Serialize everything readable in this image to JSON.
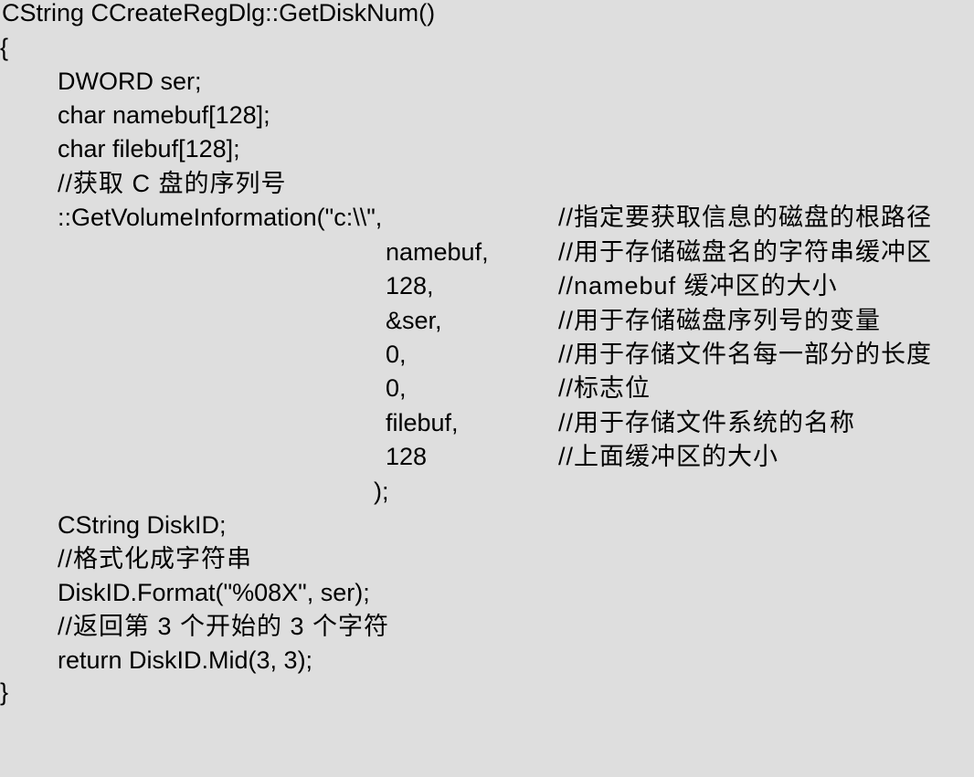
{
  "code_listing": {
    "lines": [
      {
        "code": "CString CCreateRegDlg::GetDiskNum()",
        "comment": ""
      },
      {
        "code": "{",
        "comment": ""
      },
      {
        "code": "DWORD ser;",
        "comment": ""
      },
      {
        "code": "char namebuf[128];",
        "comment": ""
      },
      {
        "code": "char filebuf[128];",
        "comment": ""
      },
      {
        "code": "//获取 C 盘的序列号",
        "comment": ""
      },
      {
        "code": "::GetVolumeInformation(\"c:\\\\\",",
        "comment": "//指定要获取信息的磁盘的根路径"
      },
      {
        "code": "namebuf,",
        "comment": "//用于存储磁盘名的字符串缓冲区"
      },
      {
        "code": "128,",
        "comment": "//namebuf 缓冲区的大小"
      },
      {
        "code": "&ser,",
        "comment": "//用于存储磁盘序列号的变量"
      },
      {
        "code": "0,",
        "comment": "//用于存储文件名每一部分的长度"
      },
      {
        "code": "0,",
        "comment": "//标志位"
      },
      {
        "code": "filebuf,",
        "comment": "//用于存储文件系统的名称"
      },
      {
        "code": "128",
        "comment": "//上面缓冲区的大小"
      },
      {
        "code": ");",
        "comment": ""
      },
      {
        "code": "CString DiskID;",
        "comment": ""
      },
      {
        "code": "//格式化成字符串",
        "comment": ""
      },
      {
        "code": "DiskID.Format(\"%08X\", ser);",
        "comment": ""
      },
      {
        "code": "//返回第 3 个开始的 3 个字符",
        "comment": ""
      },
      {
        "code": "return DiskID.Mid(3, 3);",
        "comment": ""
      },
      {
        "code": "}",
        "comment": ""
      }
    ]
  }
}
